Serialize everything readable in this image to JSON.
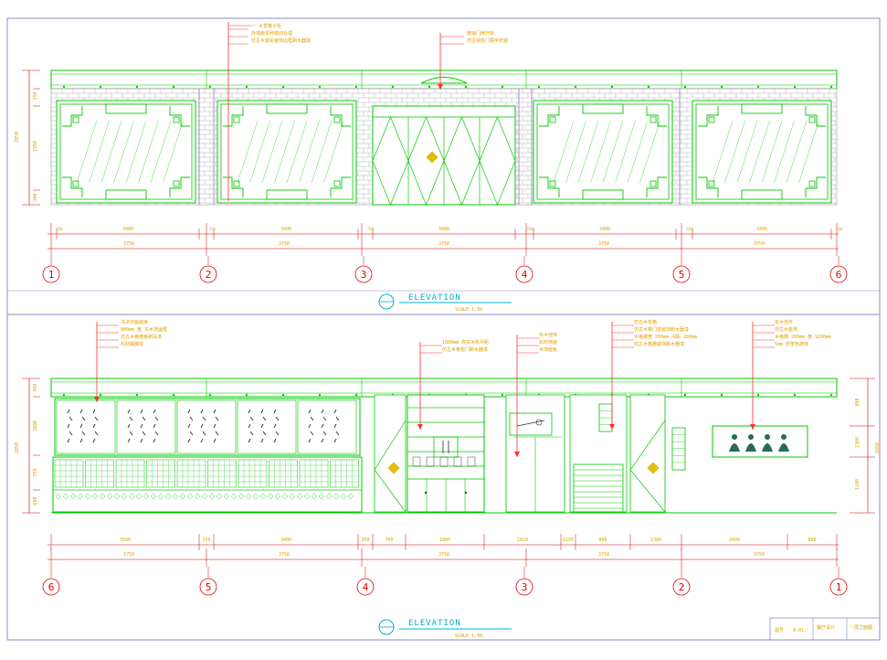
{
  "colors": {
    "frame": "#8a8ac8",
    "wall": "#00c800",
    "brick": "#a0a0a0",
    "dim": "#d00000",
    "axis": "#e00000",
    "leader": "#ff3030",
    "note": "#e0a000",
    "title": "#00b0d0",
    "sub": "#d0a000",
    "purple": "#8060c0",
    "yellow": "#e0c000"
  },
  "top": {
    "title": "ELEVATION",
    "scale_note": "SCALE  1:50",
    "seg_dims": [
      "3400",
      "3400",
      "3400",
      "3400",
      "3400"
    ],
    "gap_dims": [
      "350",
      "350",
      "350",
      "350",
      "350",
      "350"
    ],
    "total_dims": [
      "3750",
      "3750",
      "3750",
      "3750",
      "3750"
    ],
    "height_dims": [
      "2850",
      "1950",
      "350",
      "300"
    ],
    "axes": [
      "1",
      "2",
      "3",
      "4",
      "5",
      "6"
    ],
    "notes_a": [
      "一 大雪格子柜",
      "外墙面青砖做旧处理",
      "仿古木窗花装饰边框刷木器漆"
    ],
    "notes_b": [
      "玻璃门扇开启",
      "仿古铜色门把手安装"
    ]
  },
  "bottom": {
    "title": "ELEVATION",
    "scale_note": "SCALE  1:50",
    "seg_dims": [
      "3500",
      "350",
      "3400",
      "350",
      "700",
      "1800",
      "1020",
      "1150",
      "800",
      "1380",
      "2000",
      "800"
    ],
    "total_dims": [
      "3750",
      "3750",
      "3750",
      "3750",
      "3750"
    ],
    "height_dims": [
      "450",
      "1000",
      "750",
      "600",
      "2850",
      "800",
      "1300",
      "1100"
    ],
    "axes": [
      "6",
      "5",
      "4",
      "3",
      "2",
      "1"
    ],
    "notes_a": [
      "书法字画装裱",
      "800mm 宽 实木挂画框",
      "仿古木格栅板刷清漆",
      "石材踢脚线"
    ],
    "notes_b": [
      "1800mm 高实木陈列柜",
      "仿古木格柜门刷木器漆"
    ],
    "notes_c": [
      "实木挂饰",
      "石材饰面",
      "木饰面板"
    ],
    "notes_d": [
      "仿古木花格",
      "仿古木格门窗装饰刷木器漆",
      "木格栅宽 200mm 间距 200mm",
      "仿古木格栅装饰刷木器漆"
    ],
    "notes_e": [
      "实木挂件",
      "仿古木座凳",
      "木格栅 200mm 宽 9200mm",
      "5mm 厚茶色玻璃"
    ]
  },
  "titleblock": {
    "drawing_label": "图号",
    "drawing_no": "A-01",
    "project": "餐厅设计",
    "sheet": "一层立面图"
  }
}
